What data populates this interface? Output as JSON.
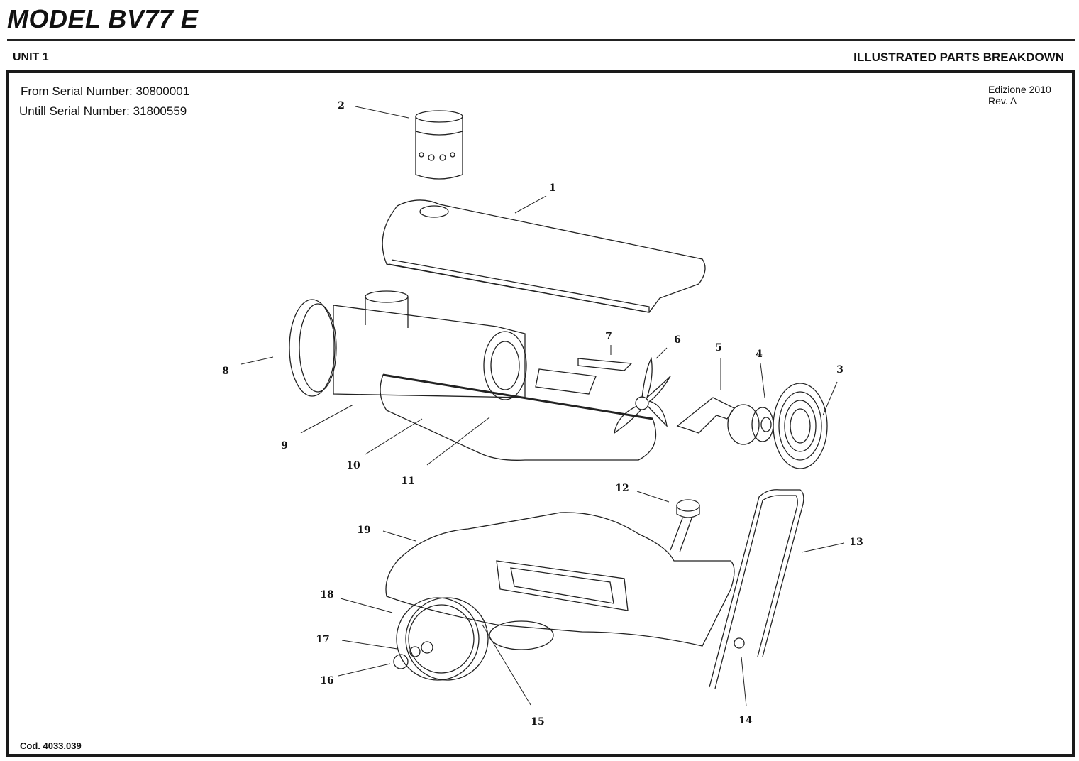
{
  "header": {
    "model_title": "MODEL BV77 E",
    "unit": "UNIT 1",
    "section": "ILLUSTRATED PARTS BREAKDOWN"
  },
  "info": {
    "from_serial": "From Serial Number: 30800001",
    "until_serial": "Untill Serial Number: 31800559",
    "edition": "Edizione 2010",
    "revision": "Rev. A"
  },
  "footer": {
    "code": "Cod. 4033.039"
  },
  "callouts": [
    "1",
    "2",
    "3",
    "4",
    "5",
    "6",
    "7",
    "8",
    "9",
    "10",
    "11",
    "12",
    "13",
    "14",
    "15",
    "16",
    "17",
    "18",
    "19"
  ]
}
